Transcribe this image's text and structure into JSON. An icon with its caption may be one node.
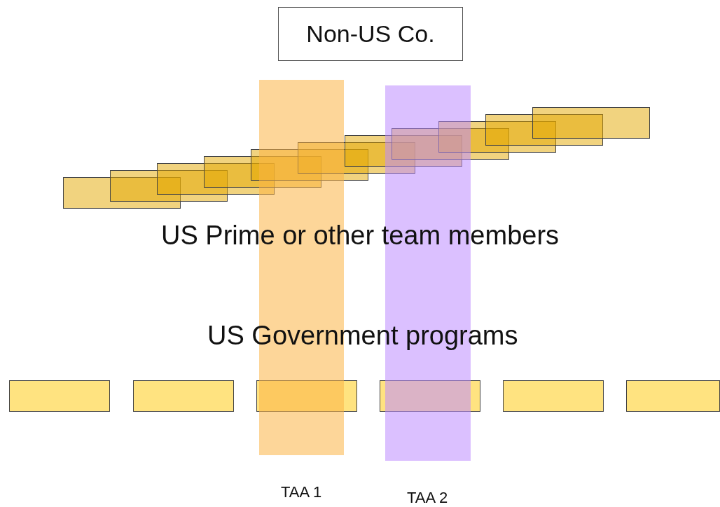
{
  "diagram": {
    "nodes": [
      {
        "text": [
          "Non-US Co."
        ]
      },
      {
        "text": [],
        "shape": "bar"
      },
      {
        "text": [],
        "shape": "bar"
      },
      {
        "text": [],
        "shape": "box"
      },
      {
        "text": [],
        "shape": "box"
      },
      {
        "text": [],
        "shape": "box"
      },
      {
        "text": [],
        "shape": "box"
      },
      {
        "text": [],
        "shape": "box"
      },
      {
        "text": [],
        "shape": "box"
      },
      {
        "text": [],
        "shape": "box"
      },
      {
        "text": [],
        "shape": "box"
      },
      {
        "text": [],
        "shape": "box"
      },
      {
        "text": [],
        "shape": "box"
      },
      {
        "text": [],
        "shape": "box"
      },
      {
        "text": [],
        "shape": "box"
      },
      {
        "text": [],
        "shape": "box"
      },
      {
        "text": [],
        "shape": "box"
      },
      {
        "text": [],
        "shape": "box"
      },
      {
        "text": [],
        "shape": "box"
      },
      {
        "text": [],
        "shape": "box"
      }
    ],
    "edges": [],
    "labels": [
      "US Prime or other team members",
      "US Government programs",
      "TAA 1",
      "TAA 2"
    ]
  }
}
